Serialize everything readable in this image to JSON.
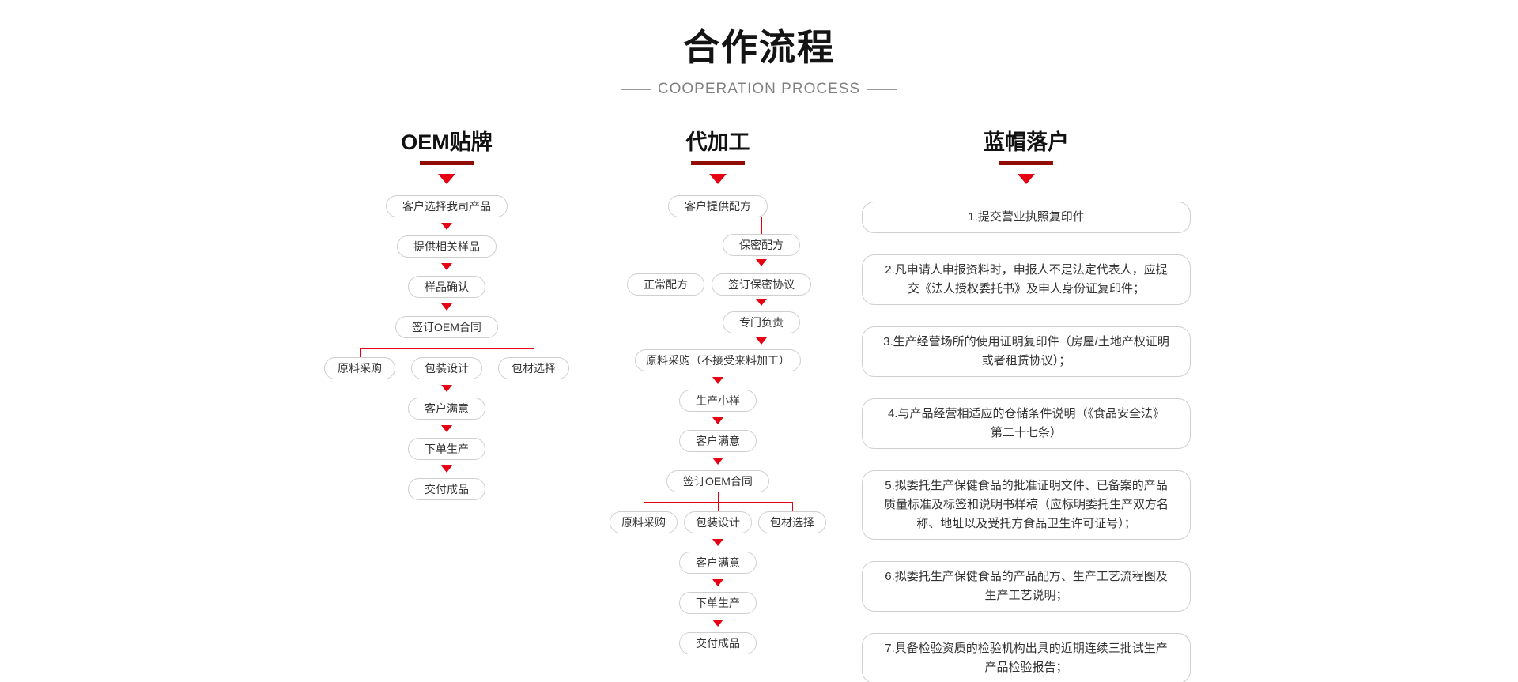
{
  "page": {
    "title": "合作流程",
    "subtitle": "COOPERATION PROCESS"
  },
  "colors": {
    "accent": "#e60012",
    "header_bar": "#8f0b04",
    "box_border": "#cfcfcf",
    "text": "#333333",
    "subtitle": "#808080"
  },
  "columns": {
    "oem": {
      "header": "OEM贴牌",
      "steps": [
        "客户选择我司产品",
        "提供相关样品",
        "样品确认",
        "签订OEM合同"
      ],
      "branch": [
        "原料采购",
        "包装设计",
        "包材选择"
      ],
      "tail": [
        "客户满意",
        "下单生产",
        "交付成品"
      ]
    },
    "processing": {
      "header": "代加工",
      "start": "客户提供配方",
      "secret_formula": "保密配方",
      "normal_formula": "正常配方",
      "nda": "签订保密协议",
      "dedicated": "专门负责",
      "materials": "原料采购（不接受来料加工）",
      "pilot_sample": "生产小样",
      "satisfied_1": "客户满意",
      "oem_contract": "签订OEM合同",
      "branch": [
        "原料采购",
        "包装设计",
        "包材选择"
      ],
      "tail": [
        "客户满意",
        "下单生产",
        "交付成品"
      ]
    },
    "bluecap": {
      "header": "蓝帽落户",
      "items": [
        "1.提交营业执照复印件",
        "2.凡申请人申报资料时，申报人不是法定代表人，应提交《法人授权委托书》及申人身份证复印件；",
        "3.生产经营场所的使用证明复印件（房屋/土地产权证明或者租赁协议）；",
        "4.与产品经营相适应的仓储条件说明（《食品安全法》第二十七条）",
        "5.拟委托生产保健食品的批准证明文件、已备案的产品质量标准及标签和说明书样稿（应标明委托生产双方名称、地址以及受托方食品卫生许可证号）；",
        "6.拟委托生产保健食品的产品配方、生产工艺流程图及生产工艺说明；",
        "7.具备检验资质的检验机构出具的近期连续三批试生产产品检验报告；"
      ]
    }
  }
}
